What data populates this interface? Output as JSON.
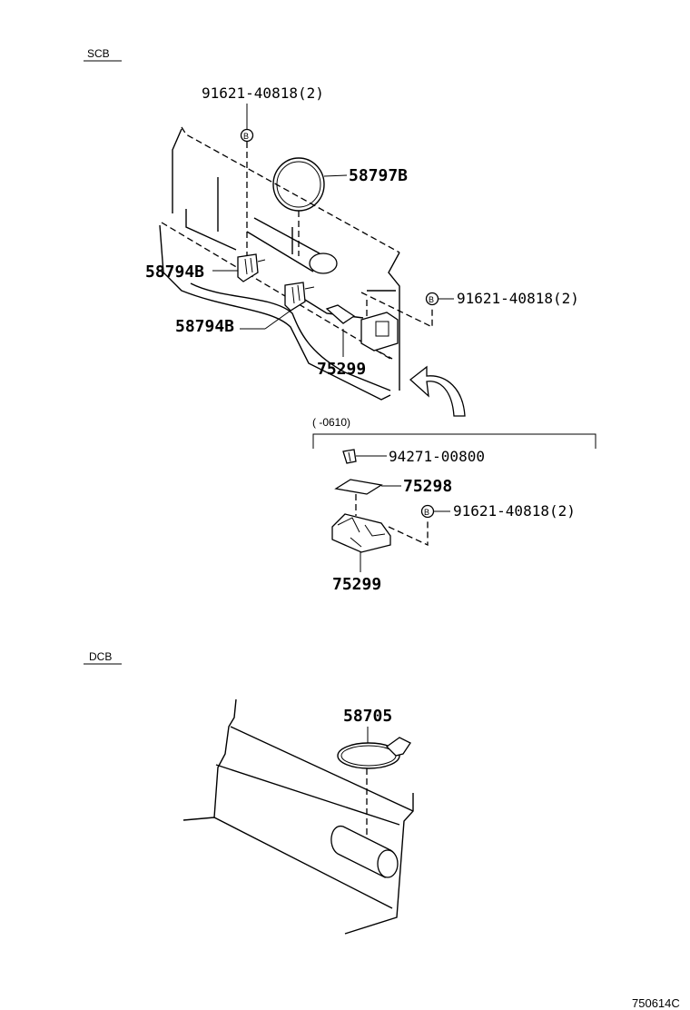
{
  "sections": {
    "scb": "SCB",
    "dcb": "DCB"
  },
  "labels": {
    "bolt_top": "91621-40818(2)",
    "cap_seal": "58797B",
    "clip_upper": "58794B",
    "clip_lower": "58794B",
    "bolt_right": "91621-40818(2)",
    "bracket_main": "75299",
    "date_range": "(       -0610)",
    "nut": "94271-00800",
    "plate": "75298",
    "bolt_inset": "91621-40818(2)",
    "bracket_inset": "75299",
    "ring_dcb": "58705",
    "drawing_code": "750614C"
  },
  "callout_letter": "B"
}
